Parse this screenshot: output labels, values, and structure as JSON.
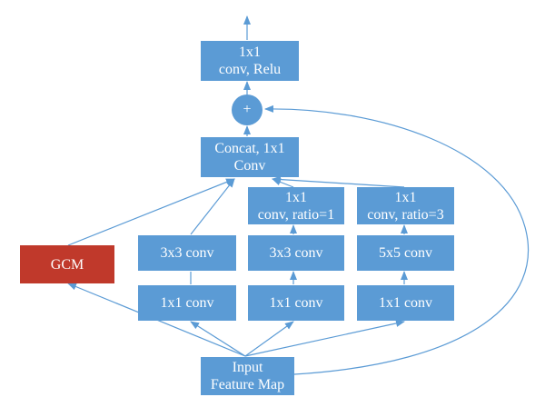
{
  "nodes": {
    "output_conv": {
      "line1": "1x1",
      "line2": "conv, Relu"
    },
    "add": {
      "label": "+"
    },
    "concat": {
      "line1": "Concat, 1x1",
      "line2": "Conv"
    },
    "dilated_1": {
      "line1": "1x1",
      "line2": "conv, ratio=1"
    },
    "dilated_3": {
      "line1": "1x1",
      "line2": "conv, ratio=3"
    },
    "gcm": {
      "label": "GCM"
    },
    "conv3x3_a": {
      "label": "3x3 conv"
    },
    "conv3x3_b": {
      "label": "3x3 conv"
    },
    "conv5x5": {
      "label": "5x5 conv"
    },
    "conv1x1_a": {
      "label": "1x1 conv"
    },
    "conv1x1_b": {
      "label": "1x1 conv"
    },
    "conv1x1_c": {
      "label": "1x1 conv"
    },
    "input": {
      "line1": "Input",
      "line2": "Feature Map"
    }
  },
  "colors": {
    "box": "#5b9bd5",
    "gcm": "#c0392b",
    "arrow": "#5b9bd5"
  }
}
